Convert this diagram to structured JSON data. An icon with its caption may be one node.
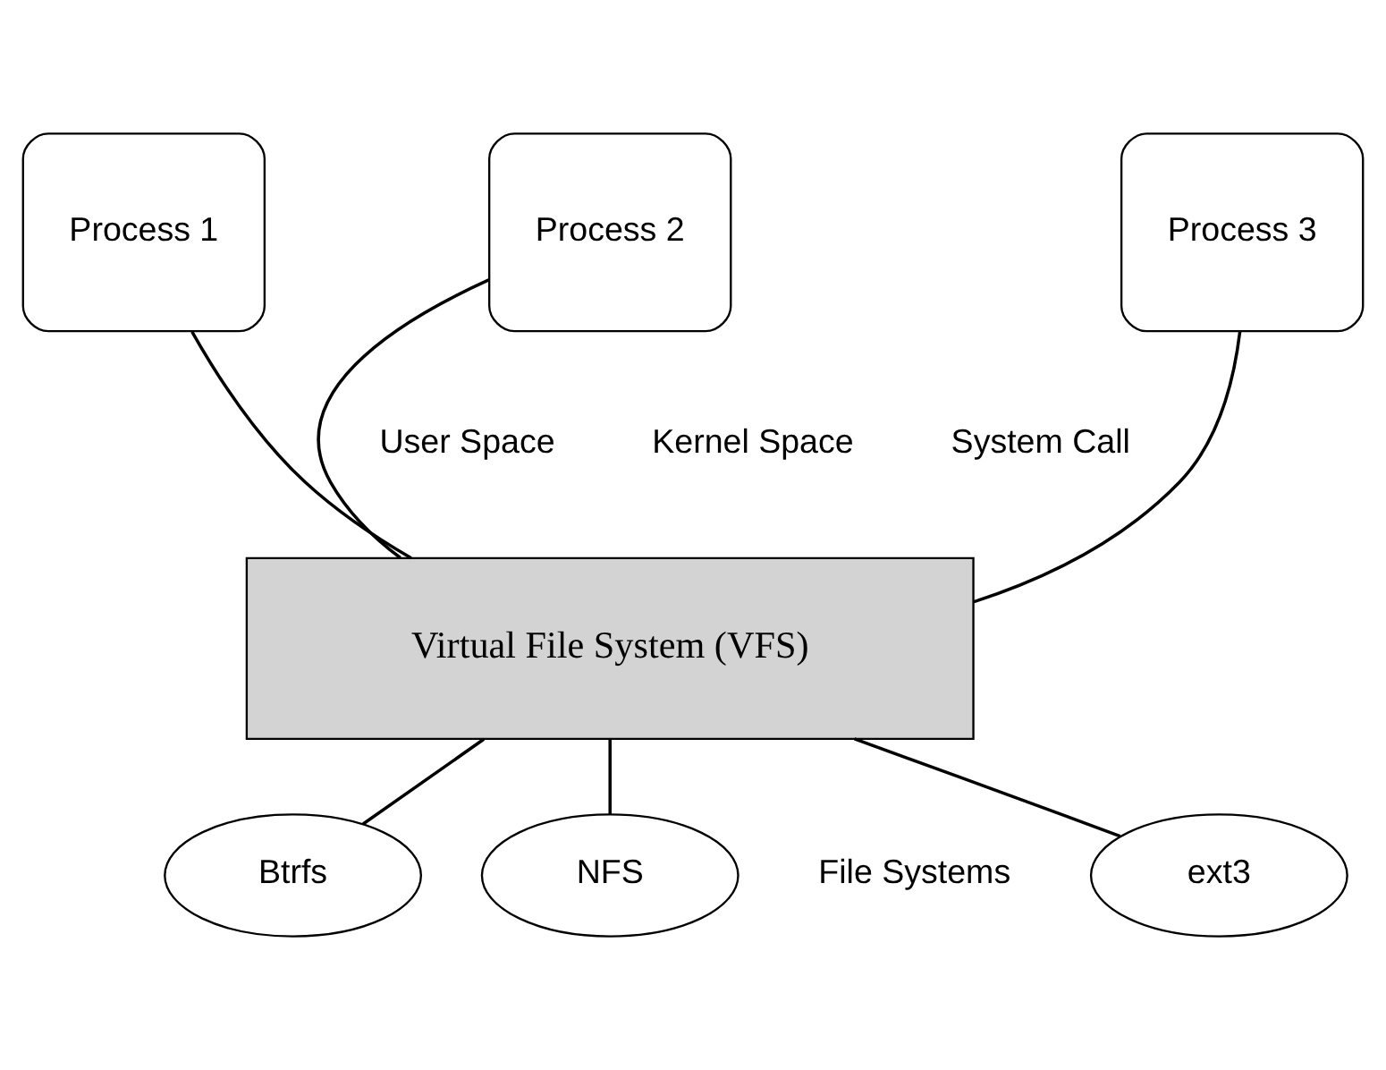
{
  "diagram": {
    "nodes": [
      {
        "text": [
          "Process 1"
        ]
      },
      {
        "text": [
          "Process 2"
        ]
      },
      {
        "text": [
          "Process 3"
        ]
      },
      {
        "text": [
          "Virtual File System (VFS)"
        ]
      },
      {
        "text": [
          "ext3"
        ]
      },
      {
        "text": [
          "Btrfs"
        ]
      },
      {
        "text": [
          "NFS"
        ]
      }
    ],
    "edges": [
      {
        "from": 0,
        "to": 3,
        "arrow": "none"
      },
      {
        "from": 1,
        "to": 3,
        "arrow": "none"
      },
      {
        "from": 2,
        "to": 3,
        "arrow": "none"
      },
      {
        "from": 3,
        "to": 4,
        "arrow": "none"
      },
      {
        "from": 3,
        "to": 5,
        "arrow": "none"
      },
      {
        "from": 3,
        "to": 6,
        "arrow": "none"
      }
    ],
    "labels": [
      "User Space",
      "Kernel Space",
      "System Call",
      "File Systems"
    ]
  }
}
